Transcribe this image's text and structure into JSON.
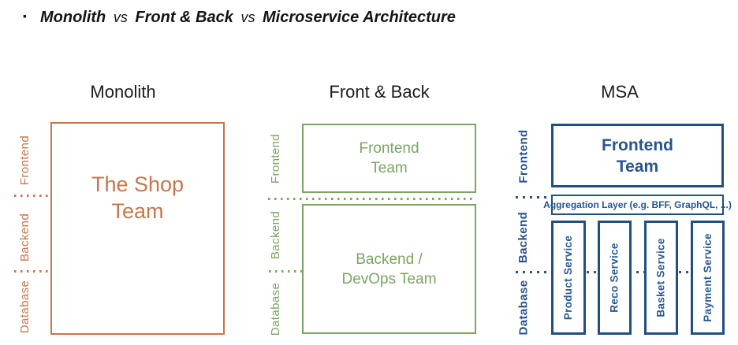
{
  "title": {
    "bullet": "▪",
    "seg1": "Monolith",
    "vs1": "vs",
    "seg2": "Front & Back",
    "vs2": "vs",
    "seg3": "Microservice Architecture"
  },
  "colors": {
    "monolith_accent": "#c4774c",
    "front_back_accent": "#7ba562",
    "msa_border": "#234f7d",
    "msa_text": "#27558e",
    "heading_text": "#1c1c1c"
  },
  "monolith": {
    "header": "Monolith",
    "layers": {
      "frontend": "Frontend",
      "backend": "Backend",
      "database": "Database"
    },
    "box": {
      "line1": "The Shop",
      "line2": "Team"
    }
  },
  "front_back": {
    "header": "Front & Back",
    "layers": {
      "frontend": "Frontend",
      "backend": "Backend",
      "database": "Database"
    },
    "frontend_box": {
      "line1": "Frontend",
      "line2": "Team"
    },
    "backend_box": {
      "line1": "Backend /",
      "line2": "DevOps Team"
    }
  },
  "msa": {
    "header": "MSA",
    "layers": {
      "frontend": "Frontend",
      "backend": "Backend",
      "database": "Database"
    },
    "frontend_box": {
      "line1": "Frontend",
      "line2": "Team"
    },
    "aggregation_layer": "Aggregation Layer (e.g. BFF, GraphQL, ...)",
    "services": [
      "Product Service",
      "Reco Service",
      "Basket Service",
      "Payment Service"
    ]
  }
}
